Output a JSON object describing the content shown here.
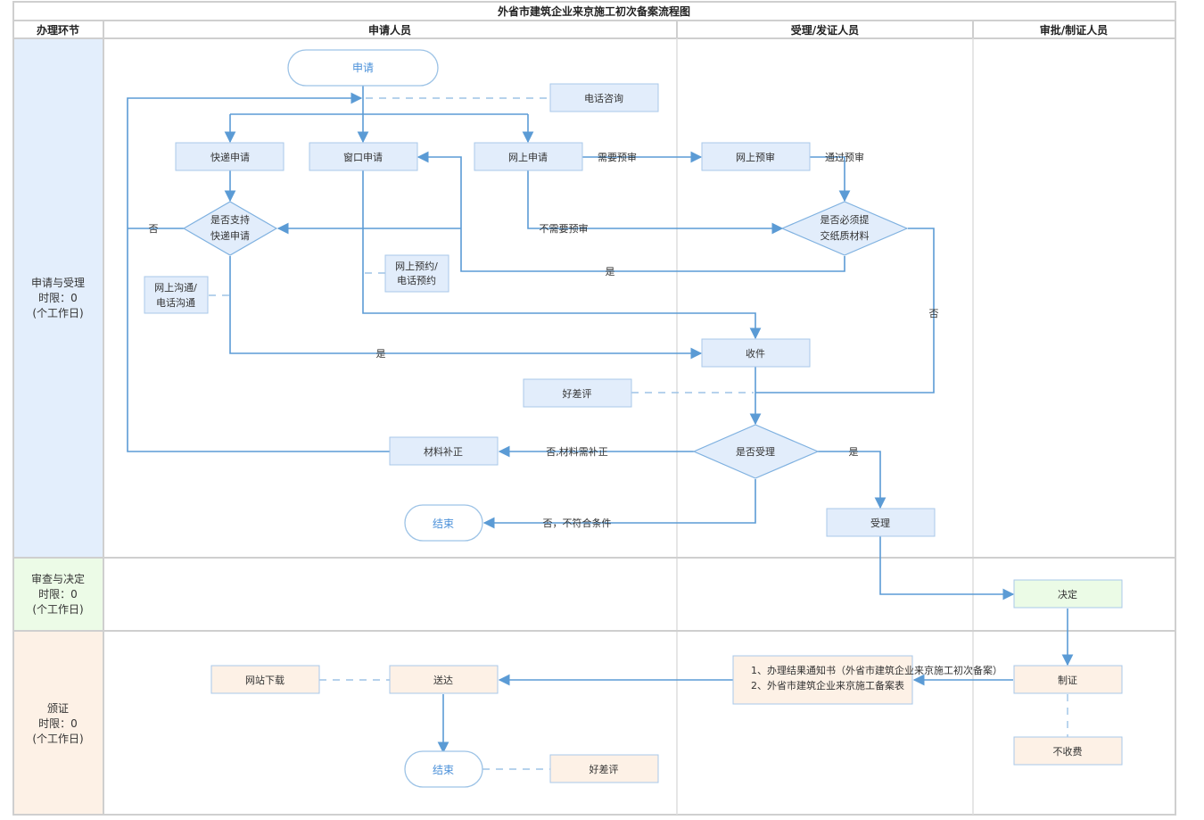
{
  "title": "外省市建筑企业来京施工初次备案流程图",
  "columns": {
    "stage": "办理环节",
    "applicant": "申请人员",
    "acceptor": "受理/发证人员",
    "approver": "审批/制证人员"
  },
  "phases": [
    {
      "name": "申请与受理",
      "limit": "时限：0",
      "unit": "(个工作日)"
    },
    {
      "name": "审查与决定",
      "limit": "时限：0",
      "unit": "(个工作日)"
    },
    {
      "name": "颁证",
      "limit": "时限：0",
      "unit": "(个工作日)"
    }
  ],
  "colors": {
    "flow": "#5b9bd5",
    "box_blue": "#e2edfb",
    "box_green": "#ebfbe6",
    "box_peach": "#fdf1e6",
    "phase_blue": "#e3eefc",
    "phase_green": "#ecfbe7",
    "phase_peach": "#fdf1e6"
  },
  "nodes": {
    "apply": "申请",
    "phone_consult": "电话咨询",
    "express_apply": "快递申请",
    "window_apply": "窗口申请",
    "online_apply": "网上申请",
    "online_precheck": "网上预审",
    "express_q1": "是否支持",
    "express_q2": "快递申请",
    "paper_q1": "是否必须提",
    "paper_q2": "交纸质材料",
    "reserve_1": "网上预约/",
    "reserve_2": "电话预约",
    "comm_1": "网上沟通/",
    "comm_2": "电话沟通",
    "receive": "收件",
    "rating_1": "好差评",
    "accept_q": "是否受理",
    "supplement": "材料补正",
    "end_1": "结束",
    "accept": "受理",
    "decide": "决定",
    "make_cert": "制证",
    "no_fee": "不收费",
    "result_1": "1、办理结果通知书（外省市建筑企业来京施工初次备案）",
    "result_2": "2、外省市建筑企业来京施工备案表",
    "deliver": "送达",
    "web_download": "网站下载",
    "end_2": "结束",
    "rating_2": "好差评"
  },
  "edge_labels": {
    "need_precheck": "需要预审",
    "pass_precheck": "通过预审",
    "no_precheck": "不需要预审",
    "express_no": "否",
    "paper_yes": "是",
    "paper_no": "否",
    "express_yes": "是",
    "no_supplement": "否,材料需补正",
    "no_unqualified": "否，不符合条件",
    "accept_yes": "是"
  }
}
